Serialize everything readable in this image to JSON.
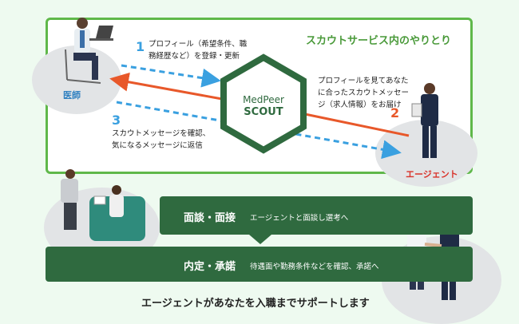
{
  "panel": {
    "title": "スカウトサービス内のやりとり",
    "doctor_label": "医師",
    "agent_label": "エージェント",
    "logo_line1": "MedPeer",
    "logo_line2": "SCOUT"
  },
  "steps": [
    {
      "num": "1",
      "line1": "プロフィール（希望条件、職",
      "line2": "務経歴など）を登録・更新"
    },
    {
      "num": "2",
      "line1": "プロフィールを見てあなた",
      "line2": "に合ったスカウトメッセー",
      "line3": "ジ（求人情報）をお届け"
    },
    {
      "num": "3",
      "line1": "スカウトメッセージを確認、",
      "line2": "気になるメッセージに返信"
    }
  ],
  "flow": [
    {
      "label": "面談・面接",
      "desc": "エージェントと面談し選考へ"
    },
    {
      "label": "内定・承諾",
      "desc": "待遇面や勤務条件などを確認、承諾へ"
    }
  ],
  "footer": "エージェントがあなたを入職までサポートします",
  "colors": {
    "green": "#5fb84a",
    "dark_green": "#2f6a3f",
    "blue": "#3aa0e0",
    "orange": "#e8582a",
    "red": "#d9342b"
  }
}
